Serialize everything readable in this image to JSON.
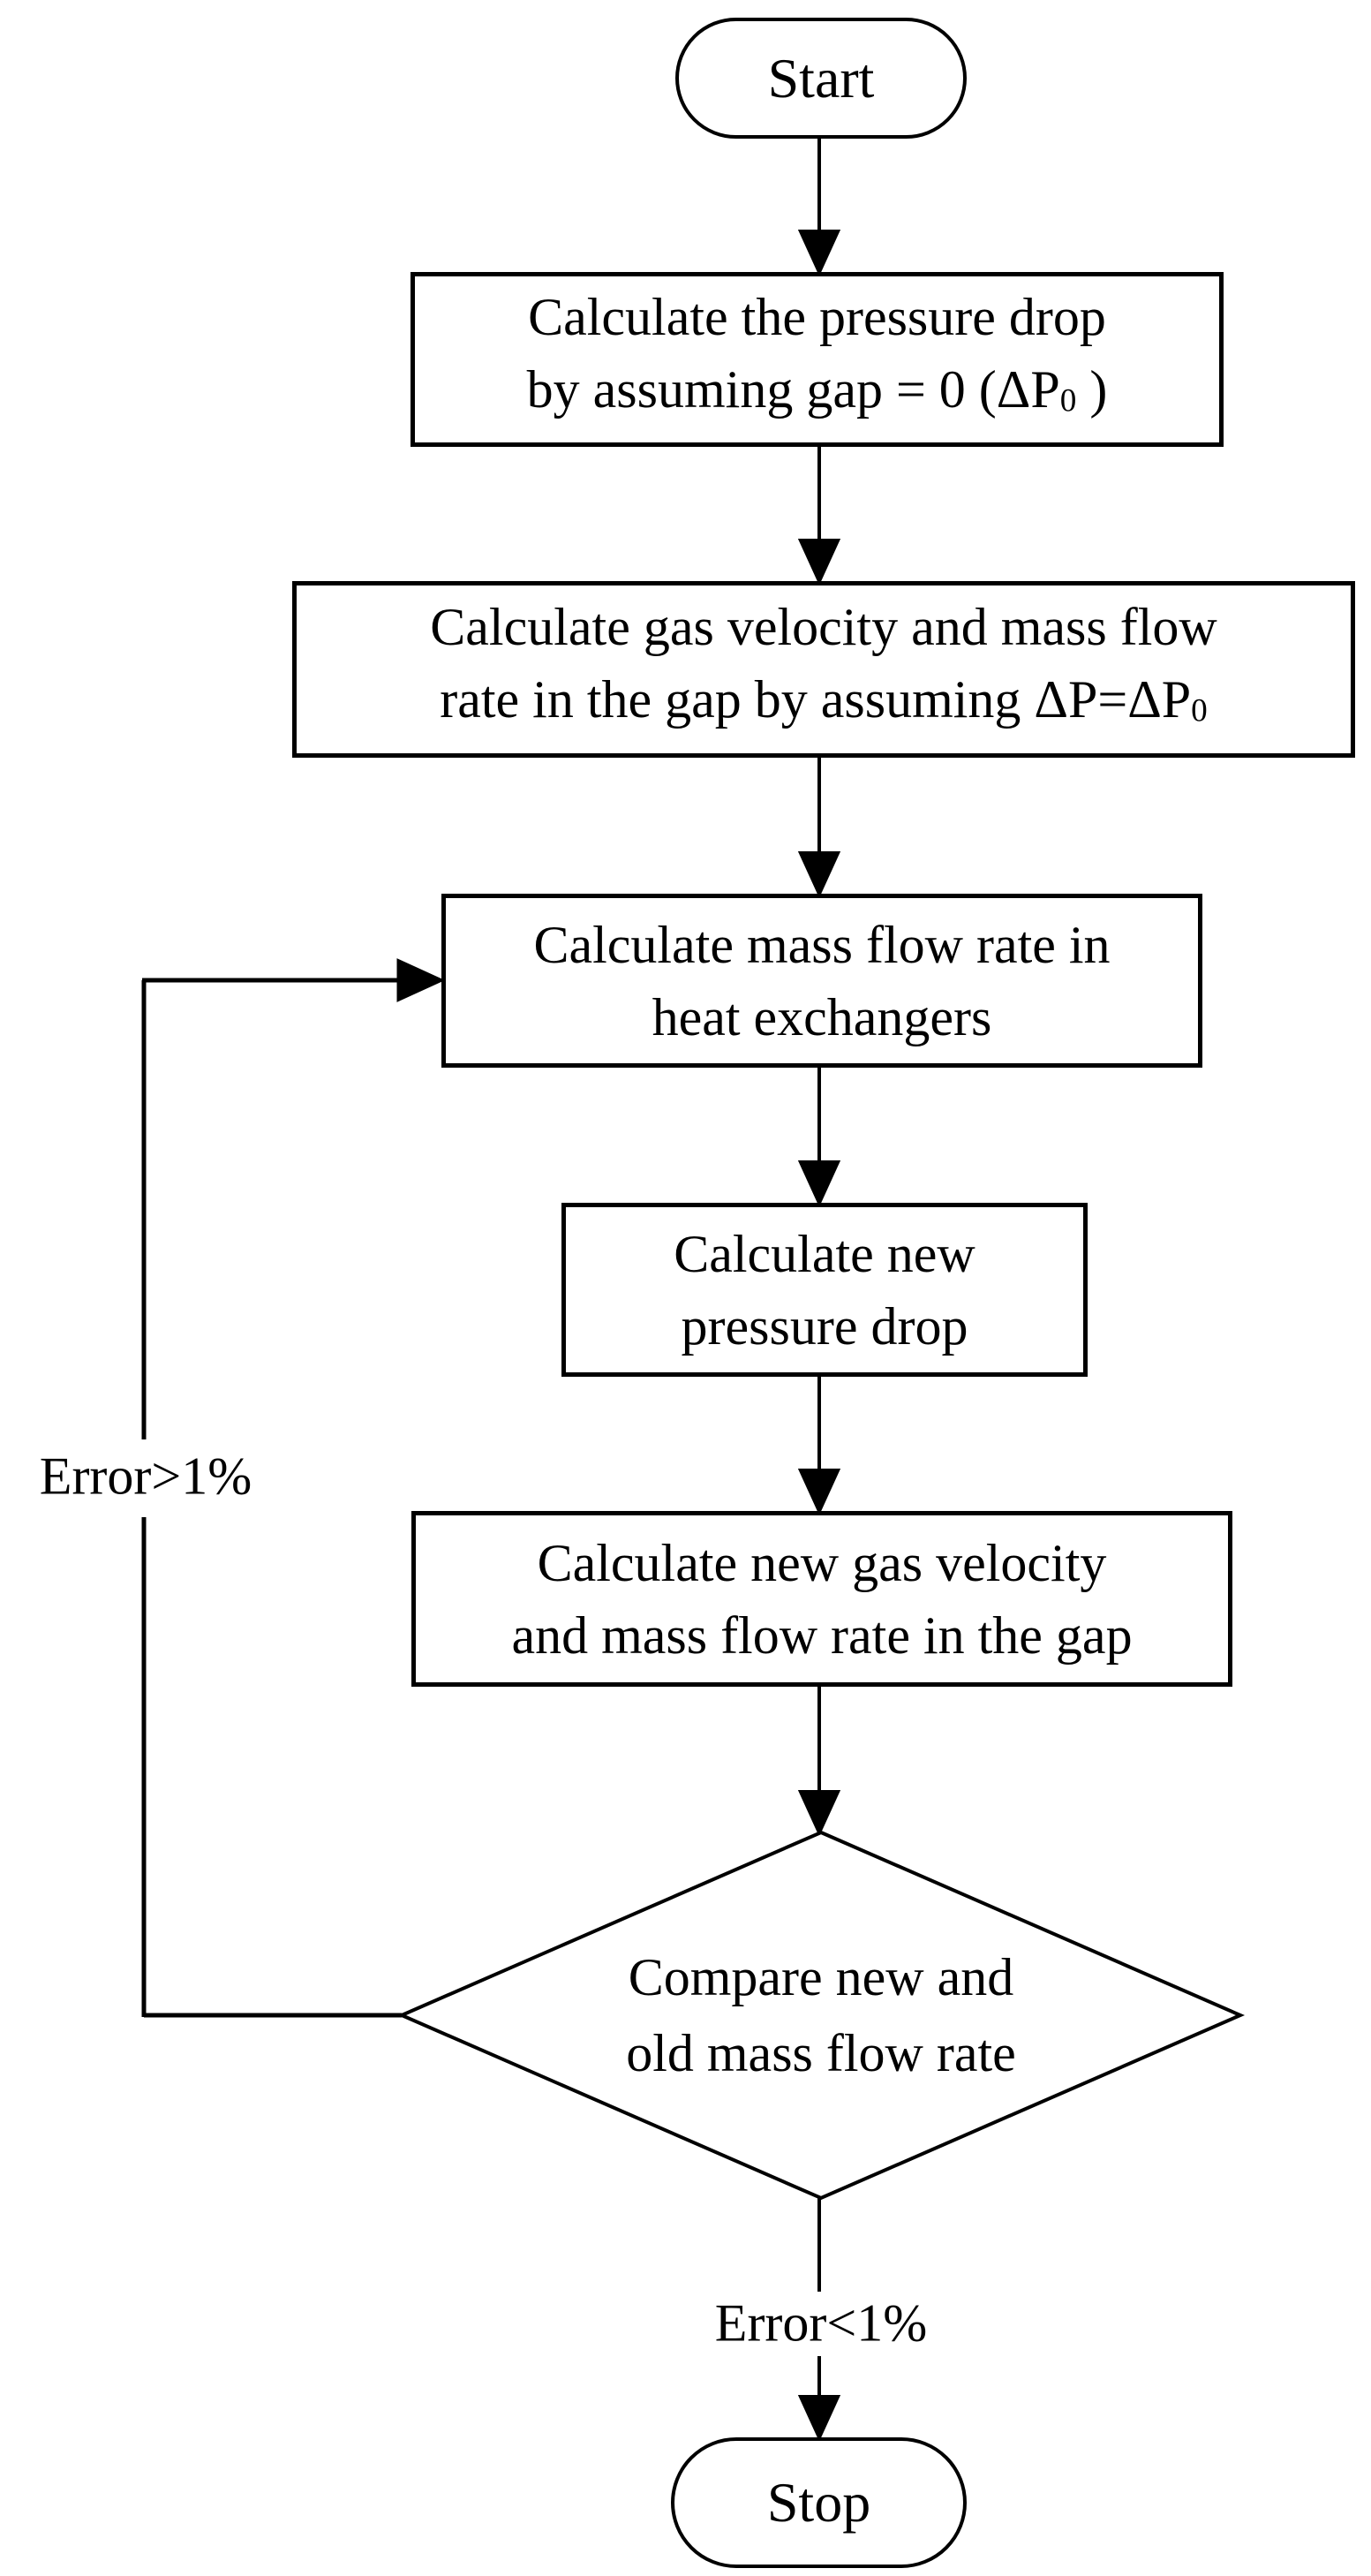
{
  "flowchart": {
    "start": {
      "label": "Start"
    },
    "steps": {
      "s1": {
        "line1": "Calculate the pressure drop",
        "line2_pre": "by assuming gap = 0 (ΔP",
        "line2_sub": "0",
        "line2_post": " )"
      },
      "s2": {
        "line1": "Calculate gas velocity and mass flow",
        "line2_pre": "rate in the gap by assuming ΔP=ΔP",
        "line2_sub": "0",
        "line2_post": ""
      },
      "s3": {
        "line1": "Calculate mass flow rate in",
        "line2": "heat exchangers"
      },
      "s4": {
        "line1": "Calculate new",
        "line2": "pressure drop"
      },
      "s5": {
        "line1": "Calculate new gas velocity",
        "line2": "and mass flow rate in the gap"
      }
    },
    "decision": {
      "line1": "Compare new and",
      "line2": "old mass flow rate"
    },
    "branch_labels": {
      "loop": "Error>1%",
      "exit": "Error<1%"
    },
    "stop": {
      "label": "Stop"
    },
    "colors": {
      "line": "#000000",
      "fill": "#ffffff",
      "text": "#000000"
    }
  }
}
